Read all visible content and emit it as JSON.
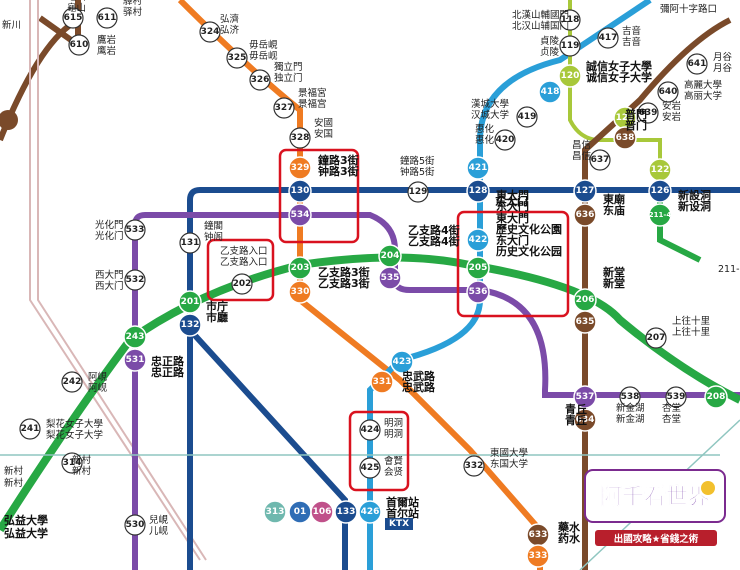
{
  "stations": [
    {
      "num": "615",
      "labels": [
        "龜山",
        "龜山"
      ],
      "line": "mystery"
    },
    {
      "num": "611",
      "labels": [
        "驛村",
        "驿村"
      ],
      "line": "mystery"
    },
    {
      "num": "610",
      "labels": [
        "鷹岩",
        "鹰岩"
      ],
      "line": "mystery"
    },
    {
      "num": "324",
      "labels": [
        "弘濟",
        "弘济"
      ],
      "line": "orange"
    },
    {
      "num": "325",
      "labels": [
        "毋岳峴",
        "毋岳岘"
      ],
      "line": "orange"
    },
    {
      "num": "326",
      "labels": [
        "獨立門",
        "独立门"
      ],
      "line": "orange"
    },
    {
      "num": "327",
      "labels": [
        "景福宮",
        "景福宫"
      ],
      "line": "orange"
    },
    {
      "num": "328",
      "labels": [
        "安國",
        "安国"
      ],
      "line": "orange"
    },
    {
      "num": "329",
      "labels": [
        "鐘路3街",
        "钟路3街"
      ],
      "line": "orange"
    },
    {
      "num": "130",
      "labels": [],
      "line": "blue"
    },
    {
      "num": "534",
      "labels": [],
      "line": "purple"
    },
    {
      "num": "129",
      "labels": [
        "鐘路5街",
        "钟路5街"
      ],
      "line": "blue"
    },
    {
      "num": "421",
      "labels": [],
      "line": "cyan"
    },
    {
      "num": "128",
      "labels": [
        "東大門",
        "东大門"
      ],
      "line": "blue"
    },
    {
      "num": "422",
      "labels": [
        "東大門",
        "歷史文化公園",
        "东大门",
        "历史文化公园"
      ],
      "line": "cyan"
    },
    {
      "num": "205",
      "labels": [],
      "line": "green"
    },
    {
      "num": "536",
      "labels": [],
      "line": "purple"
    },
    {
      "num": "118",
      "labels": [
        "北漢山輔國門",
        "北汉山辅国门"
      ],
      "line": "ui"
    },
    {
      "num": "119",
      "labels": [
        "貞陵",
        "贞陵"
      ],
      "line": "ui"
    },
    {
      "num": "417",
      "labels": [
        "吉音",
        "吉音"
      ],
      "line": "cyan"
    },
    {
      "num": "120",
      "labels": [
        "誠信女子大學",
        "诚信女子大学"
      ],
      "line": "ui"
    },
    {
      "num": "418",
      "labels": [],
      "line": "cyan"
    },
    {
      "num": "419",
      "labels": [
        "漢城大學",
        "汉城大学"
      ],
      "line": "cyan"
    },
    {
      "num": "420",
      "labels": [
        "惠化",
        "惠化"
      ],
      "line": "cyan"
    },
    {
      "num": "121",
      "labels": [
        "普門",
        "普门"
      ],
      "line": "ui"
    },
    {
      "num": "638",
      "labels": [],
      "line": "brown"
    },
    {
      "num": "637",
      "labels": [
        "昌信",
        "昌信"
      ],
      "line": "brown"
    },
    {
      "num": "122",
      "labels": [],
      "line": "ui"
    },
    {
      "num": "639",
      "labels": [
        "安岩",
        "安岩"
      ],
      "line": "brown"
    },
    {
      "num": "640",
      "labels": [
        "高麗大學",
        "高丽大学"
      ],
      "line": "brown"
    },
    {
      "num": "641",
      "labels": [
        "月谷",
        "月谷"
      ],
      "line": "brown"
    },
    {
      "num": "127",
      "labels": [],
      "line": "blue"
    },
    {
      "num": "636",
      "labels": [
        "東廟",
        "东庙"
      ],
      "line": "brown"
    },
    {
      "num": "126",
      "labels": [
        "新設洞",
        "新设洞"
      ],
      "line": "blue"
    },
    {
      "num": "211-4",
      "labels": [],
      "line": "green"
    },
    {
      "num": "533",
      "labels": [
        "光化門",
        "光化门"
      ],
      "line": "purple"
    },
    {
      "num": "131",
      "labels": [
        "鐘閣",
        "钟阁"
      ],
      "line": "blue"
    },
    {
      "num": "202",
      "labels": [
        "乙支路入口",
        "乙支路入口"
      ],
      "line": "green"
    },
    {
      "num": "203",
      "labels": [
        "乙支路3街",
        "乙支路3街"
      ],
      "line": "green"
    },
    {
      "num": "330",
      "labels": [],
      "line": "orange"
    },
    {
      "num": "204",
      "labels": [
        "乙支路4街",
        "乙支路4街"
      ],
      "line": "green"
    },
    {
      "num": "535",
      "labels": [],
      "line": "purple"
    },
    {
      "num": "532",
      "labels": [
        "西大門",
        "西大门"
      ],
      "line": "purple"
    },
    {
      "num": "201",
      "labels": [
        "市庁",
        "市廳"
      ],
      "line": "green"
    },
    {
      "num": "132",
      "labels": [],
      "line": "blue"
    },
    {
      "num": "206",
      "labels": [
        "新堂",
        "新堂"
      ],
      "line": "green"
    },
    {
      "num": "635",
      "labels": [],
      "line": "brown"
    },
    {
      "num": "207",
      "labels": [
        "上往十里",
        "上往十里"
      ],
      "line": "green"
    },
    {
      "num": "243",
      "labels": [
        "忠正路",
        "忠正路"
      ],
      "line": "green"
    },
    {
      "num": "531",
      "labels": [],
      "line": "purple"
    },
    {
      "num": "423",
      "labels": [],
      "line": "cyan"
    },
    {
      "num": "331",
      "labels": [
        "忠武路",
        "忠武路"
      ],
      "line": "orange"
    },
    {
      "num": "242",
      "labels": [
        "阿峴",
        "阿岘"
      ],
      "line": "green"
    },
    {
      "num": "537",
      "labels": [
        "青丘",
        "青丘"
      ],
      "line": "purple"
    },
    {
      "num": "634",
      "labels": [],
      "line": "brown"
    },
    {
      "num": "538",
      "labels": [
        "新金湖",
        "新金湖"
      ],
      "line": "purple"
    },
    {
      "num": "539",
      "labels": [
        "杏堂",
        "杏堂"
      ],
      "line": "purple"
    },
    {
      "num": "208",
      "labels": [],
      "line": "green"
    },
    {
      "num": "241",
      "labels": [
        "梨花女子大學",
        "梨花女子大学"
      ],
      "line": "green"
    },
    {
      "num": "424",
      "labels": [
        "明洞",
        "明洞"
      ],
      "line": "cyan"
    },
    {
      "num": "425",
      "labels": [
        "會賢",
        "会贤"
      ],
      "line": "cyan"
    },
    {
      "num": "314",
      "labels": [
        "新村",
        "新村"
      ],
      "line": "teal"
    },
    {
      "num": "332",
      "labels": [
        "東國大學",
        "东国大学"
      ],
      "line": "orange"
    },
    {
      "num": "313",
      "labels": [],
      "line": "teal"
    },
    {
      "num": "01",
      "labels": [],
      "line": "airport"
    },
    {
      "num": "106",
      "labels": [],
      "line": "pink"
    },
    {
      "num": "133",
      "labels": [],
      "line": "blue"
    },
    {
      "num": "426",
      "labels": [
        "首爾站",
        "首尔站"
      ],
      "line": "cyan"
    },
    {
      "num": "530",
      "labels": [
        "兒峴",
        "儿岘"
      ],
      "line": "purple"
    },
    {
      "num": "633",
      "labels": [
        "藥水",
        "药水"
      ],
      "line": "brown"
    },
    {
      "num": "333",
      "labels": [],
      "line": "orange"
    }
  ],
  "extras": {
    "top_partial_label": "彌阿十字路口",
    "left_partial_label": "新川",
    "hongik": [
      "弘益大學",
      "弘益大学"
    ],
    "xinshan": [
      "新村",
      "新村"
    ],
    "ktx": "KTX",
    "dongdaemun_simplified": "东大门",
    "xinzhongdui": [
      "新設洞"
    ],
    "line211": "211-",
    "wanglu": "往"
  },
  "logo": {
    "title": "阿千看世界",
    "tagline": "出國攻略★省錢之術"
  },
  "colors": {
    "line1": "#1b4c8f",
    "line2": "#27a844",
    "line3": "#ef7b22",
    "line4": "#2a9fd8",
    "line5": "#7b4ba8",
    "line6": "#7a4a2a",
    "ui": "#a8c83a",
    "highlight": "#d9121f"
  }
}
